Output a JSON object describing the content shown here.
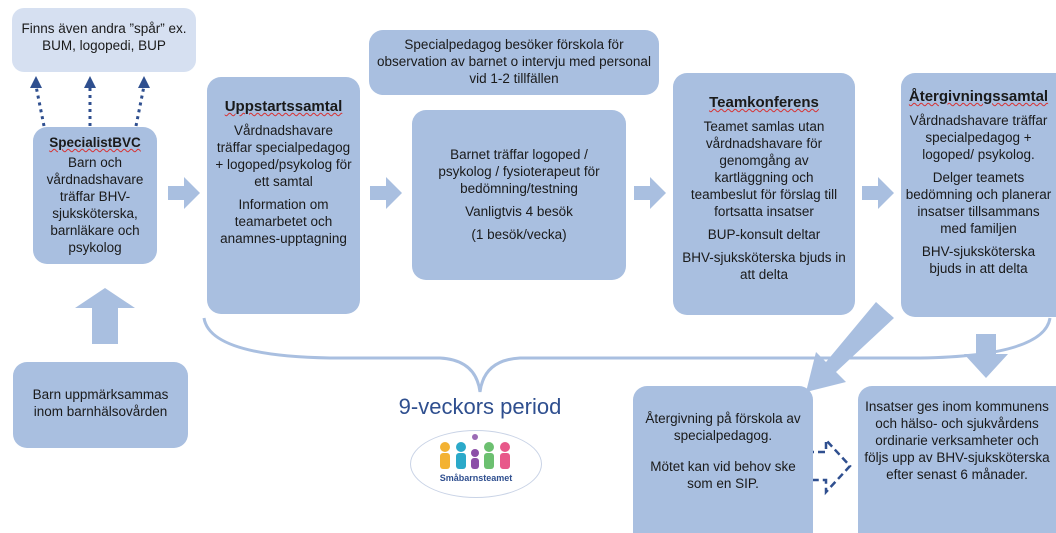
{
  "top_note": {
    "text": "Finns även andra ”spår” ex. BUM, logopedi, BUP"
  },
  "specialist_bvc": {
    "title": "SpecialistBVC",
    "text": "Barn och vårdnadshavare träffar BHV-sjuksköterska, barnläkare och psykolog"
  },
  "start_box": {
    "text": "Barn uppmärksammas inom barnhälsovården"
  },
  "uppstart": {
    "title": "Uppstartssamtal",
    "p1": "Vårdnadshavare träffar specialpedagog + logoped/psykolog för ett samtal",
    "p2": "Information om teamarbetet och anamnes-upptagning"
  },
  "specialpedagog_note": {
    "text": "Specialpedagog besöker förskola för observation av barnet o intervju med personal vid 1-2 tillfällen"
  },
  "bedomning": {
    "p1": "Barnet träffar logoped / psykolog / fysioterapeut för bedömning/testning",
    "p2": "Vanligtvis 4 besök",
    "p3": "(1 besök/vecka)"
  },
  "teamkonferens": {
    "title": "Teamkonferens",
    "p1": "Teamet samlas utan vårdnadshavare för genomgång av kartläggning och teambeslut för förslag till fortsatta insatser",
    "p2": "BUP-konsult deltar",
    "p3": "BHV-sjuksköterska bjuds in att delta"
  },
  "atergivning": {
    "title": "Återgivningssamtal",
    "p1": "Vårdnadshavare träffar specialpedagog + logoped/ psykolog.",
    "p2": "Delger teamets bedömning och planerar insatser tillsammans med familjen",
    "p3": "BHV-sjuksköterska bjuds in att delta"
  },
  "forskola": {
    "p1": "Återgivning på förskola av specialpedagog.",
    "p2": "Mötet kan vid behov ske som en SIP."
  },
  "insatser": {
    "text": "Insatser ges inom kommunens och hälso- och sjukvårdens ordinarie verksamheter och följs upp av BHV-sjuksköterska efter senast 6 månader."
  },
  "period": {
    "label": "9-veckors period"
  },
  "logo": {
    "text": "Småbarnsteamet"
  },
  "colors": {
    "box_fill": "#a9bfe0",
    "light_fill": "#d6e0f1",
    "arrow": "#a9bfe0",
    "dotted_arrow": "#2f4f8f",
    "period_text": "#2f4f8f"
  }
}
